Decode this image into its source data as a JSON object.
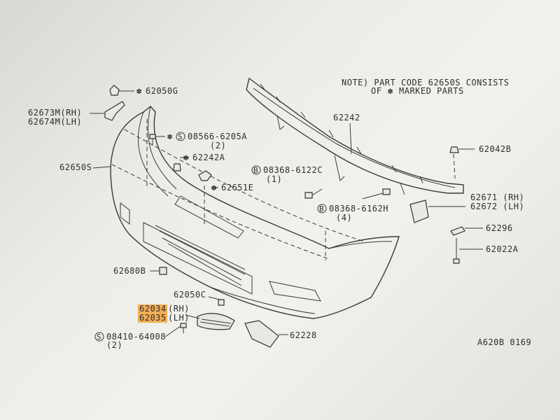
{
  "note": {
    "line1": "NOTE) PART CODE 62650S CONSISTS",
    "line2_prefix": "OF",
    "line2_suffix": "MARKED PARTS"
  },
  "parts": {
    "p62050G": "62050G",
    "p62673M": "62673M(RH)",
    "p62674M": "62674M(LH)",
    "p08566": "08566-6205A",
    "p08566_qty": "(2)",
    "p62242A": "62242A",
    "p62650S": "62650S",
    "p62651E": "62651E",
    "p62242": "62242",
    "p08368_6122": "08368-6122C",
    "p08368_6122_qty": "(1)",
    "p08368_6162": "08368-6162H",
    "p08368_6162_qty": "(4)",
    "p62042B": "62042B",
    "p62671": "62671 (RH)",
    "p62672": "62672 (LH)",
    "p62296": "62296",
    "p62022A": "62022A",
    "p62680B": "62680B",
    "p62050C": "62050C",
    "p62034": "62034",
    "p62034_side": "(RH)",
    "p62035": "62035",
    "p62035_side": "(LH)",
    "p08410": "08410-64008",
    "p08410_qty": "(2)",
    "p62228": "62228"
  },
  "symbols": {
    "star": "✽",
    "screw_s": "S",
    "bolt_b": "B"
  },
  "figure_code": "A620B 0169",
  "colors": {
    "highlight": "#f2a23c",
    "ink": "#2e2e2e",
    "paper": "#ecece8"
  }
}
